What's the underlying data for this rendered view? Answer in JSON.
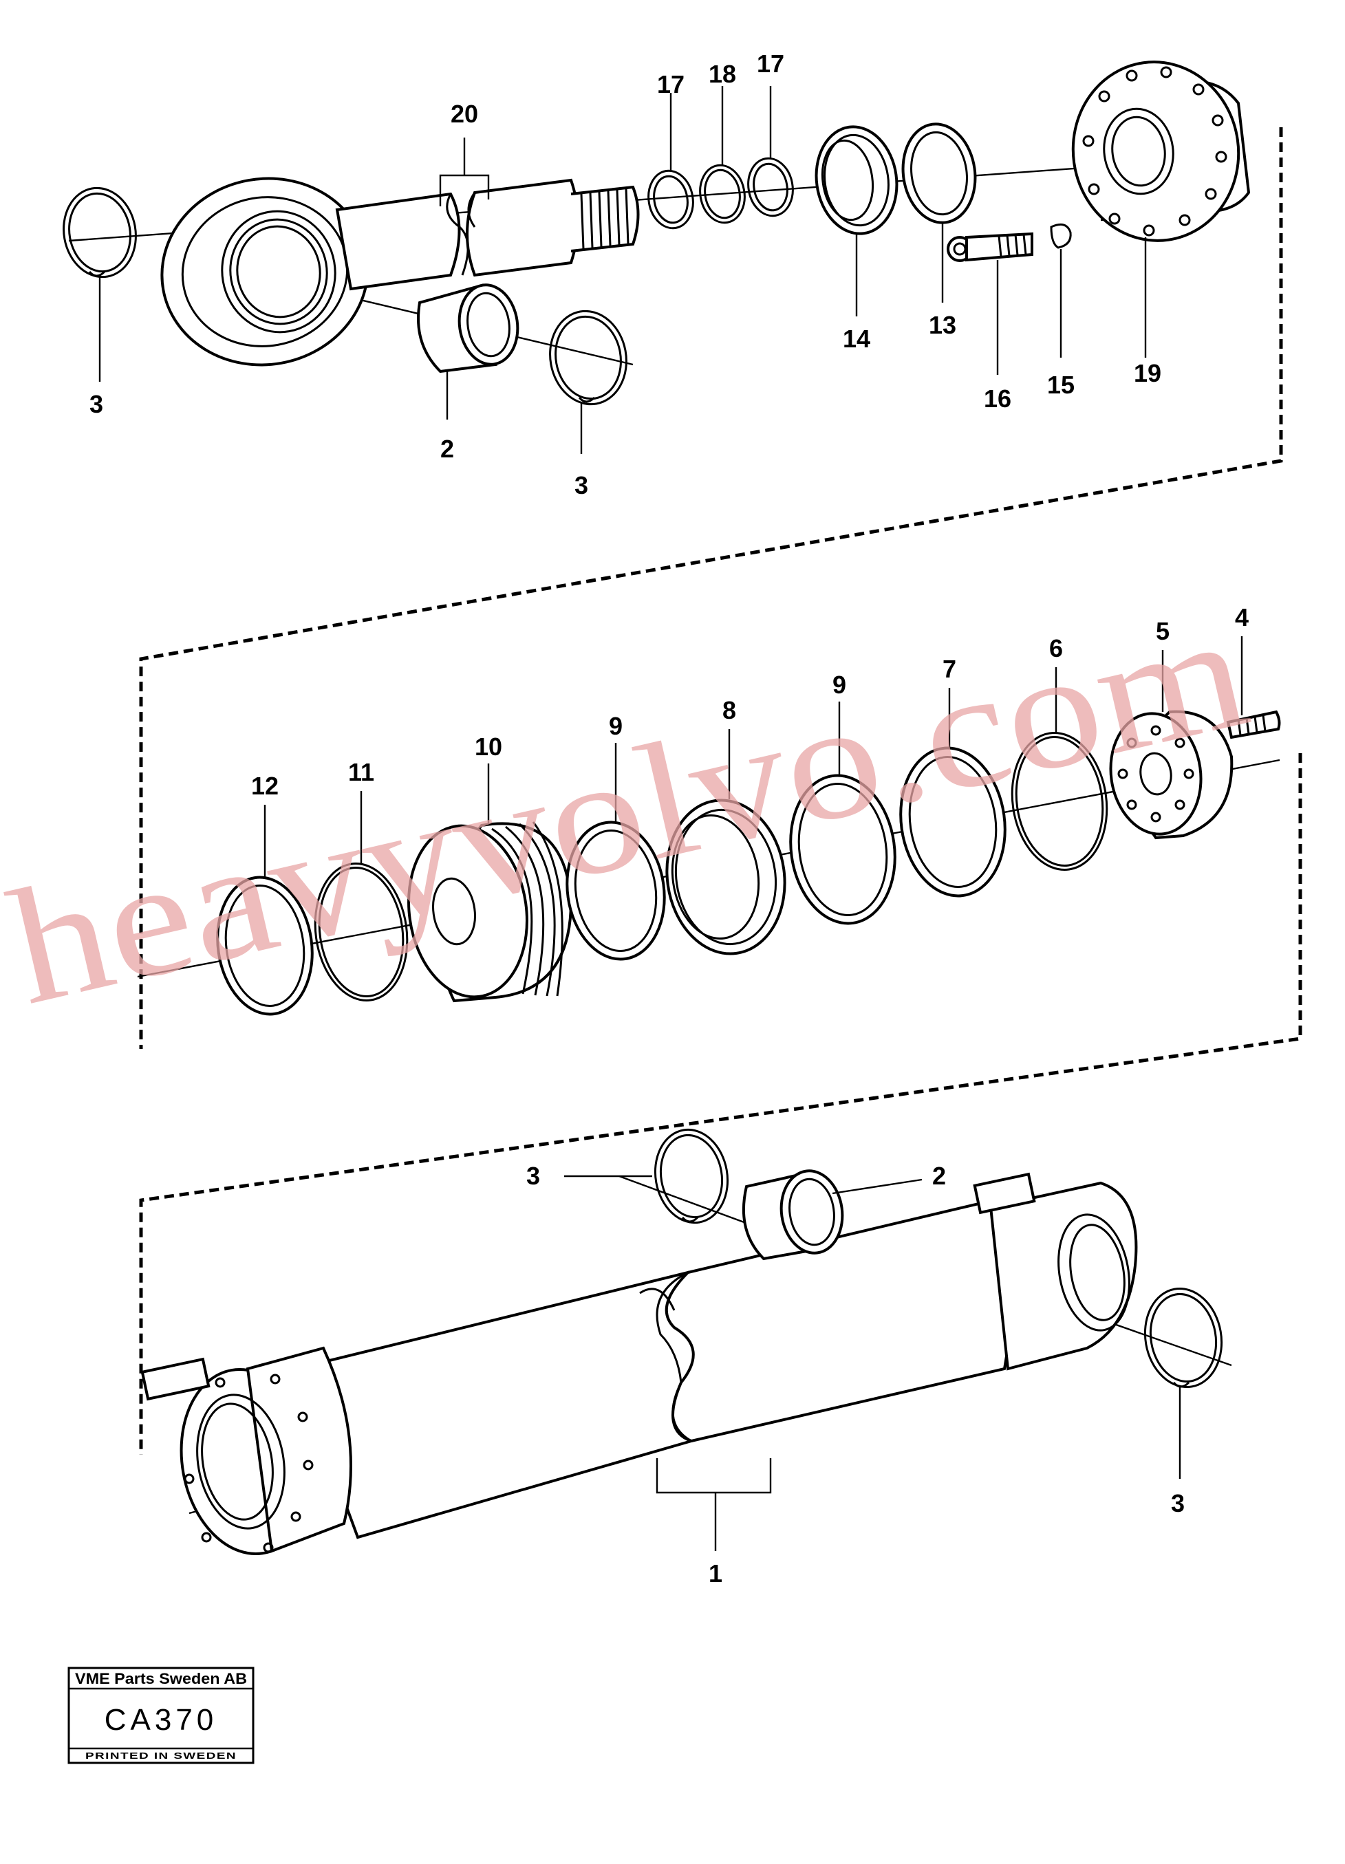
{
  "watermark": "heavyvolvo.com",
  "stamp": {
    "company": "VME Parts Sweden AB",
    "code": "CA370",
    "printed": "PRINTED IN SWEDEN"
  },
  "callouts": {
    "top": [
      "20",
      "17",
      "18",
      "17",
      "3",
      "2",
      "3",
      "14",
      "13",
      "16",
      "15",
      "19"
    ],
    "middle": [
      "12",
      "11",
      "10",
      "9",
      "8",
      "9",
      "7",
      "6",
      "5",
      "4"
    ],
    "bottom": [
      "3",
      "2",
      "3",
      "1"
    ]
  }
}
